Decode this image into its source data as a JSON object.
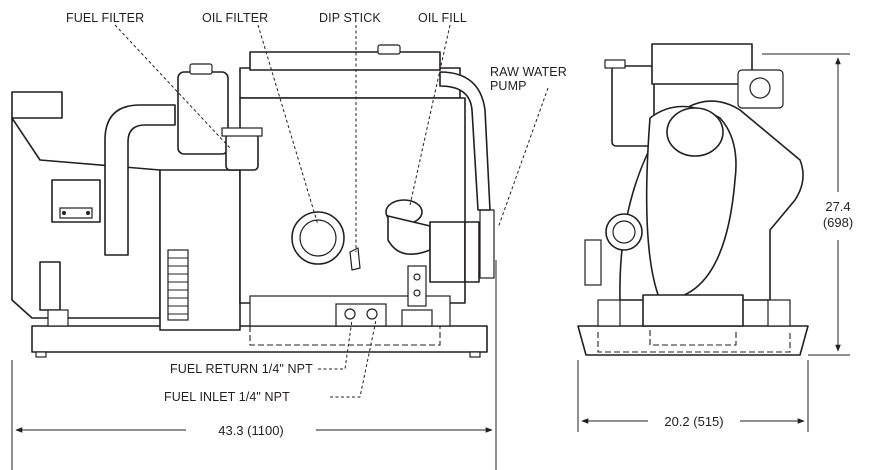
{
  "labels": {
    "fuel_filter": "FUEL FILTER",
    "oil_filter": "OIL FILTER",
    "dip_stick": "DIP STICK",
    "oil_fill": "OIL FILL",
    "raw_water_pump_line1": "RAW WATER",
    "raw_water_pump_line2": "PUMP",
    "fuel_return": "FUEL RETURN 1/4\" NPT",
    "fuel_inlet": "FUEL INLET 1/4\" NPT"
  },
  "dimensions": {
    "length": "43.3 (1100)",
    "width": "20.2 (515)",
    "height_line1": "27.4",
    "height_line2": "(698)"
  },
  "colors": {
    "line": "#231f20",
    "background": "#ffffff"
  }
}
